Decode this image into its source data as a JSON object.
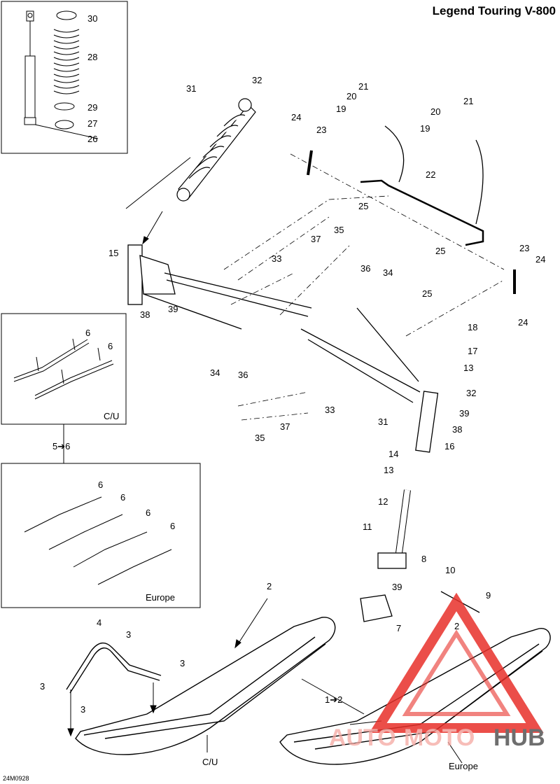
{
  "title": "Legend Touring V-800",
  "doc_code": "24M0928",
  "boxes": {
    "cu_label": "C/U",
    "europe_label": "Europe",
    "range_label": "5➔6"
  },
  "bottom": {
    "cu_label": "C/U",
    "europe_label": "Europe",
    "range_label": "1➔2"
  },
  "watermark": {
    "text_auto": "AUTO",
    "text_moto": "MOTO",
    "text_hub": "HUB",
    "color": "#e8302a"
  },
  "parts": [
    "30",
    "28",
    "29",
    "27",
    "26",
    "31",
    "32",
    "21",
    "20",
    "19",
    "24",
    "23",
    "22",
    "25",
    "15",
    "37",
    "35",
    "33",
    "36",
    "34",
    "38",
    "39",
    "6",
    "25",
    "18",
    "17",
    "13",
    "32",
    "31",
    "33",
    "37",
    "35",
    "39",
    "38",
    "16",
    "14",
    "13",
    "12",
    "11",
    "8",
    "10",
    "9",
    "39",
    "7",
    "2",
    "4",
    "3",
    "6",
    "2"
  ],
  "callouts": [
    {
      "t": "30"
    },
    {
      "t": "28"
    },
    {
      "t": "29"
    },
    {
      "t": "27"
    },
    {
      "t": "26"
    },
    {
      "t": "31"
    },
    {
      "t": "32"
    },
    {
      "t": "21"
    },
    {
      "t": "20"
    },
    {
      "t": "19"
    },
    {
      "t": "24"
    },
    {
      "t": "23"
    },
    {
      "t": "21"
    },
    {
      "t": "20"
    },
    {
      "t": "19"
    },
    {
      "t": "22"
    },
    {
      "t": "25"
    },
    {
      "t": "25"
    },
    {
      "t": "23"
    },
    {
      "t": "24"
    },
    {
      "t": "24"
    },
    {
      "t": "15"
    },
    {
      "t": "37"
    },
    {
      "t": "35"
    },
    {
      "t": "33"
    },
    {
      "t": "36"
    },
    {
      "t": "34"
    },
    {
      "t": "25"
    },
    {
      "t": "38"
    },
    {
      "t": "39"
    },
    {
      "t": "6"
    },
    {
      "t": "6"
    },
    {
      "t": "18"
    },
    {
      "t": "17"
    },
    {
      "t": "13"
    },
    {
      "t": "34"
    },
    {
      "t": "36"
    },
    {
      "t": "32"
    },
    {
      "t": "39"
    },
    {
      "t": "38"
    },
    {
      "t": "33"
    },
    {
      "t": "31"
    },
    {
      "t": "37"
    },
    {
      "t": "35"
    },
    {
      "t": "16"
    },
    {
      "t": "14"
    },
    {
      "t": "13"
    },
    {
      "t": "12"
    },
    {
      "t": "11"
    },
    {
      "t": "8"
    },
    {
      "t": "10"
    },
    {
      "t": "9"
    },
    {
      "t": "39"
    },
    {
      "t": "7"
    },
    {
      "t": "6"
    },
    {
      "t": "6"
    },
    {
      "t": "6"
    },
    {
      "t": "6"
    },
    {
      "t": "2"
    },
    {
      "t": "4"
    },
    {
      "t": "3"
    },
    {
      "t": "3"
    },
    {
      "t": "3"
    },
    {
      "t": "3"
    },
    {
      "t": "2"
    }
  ]
}
